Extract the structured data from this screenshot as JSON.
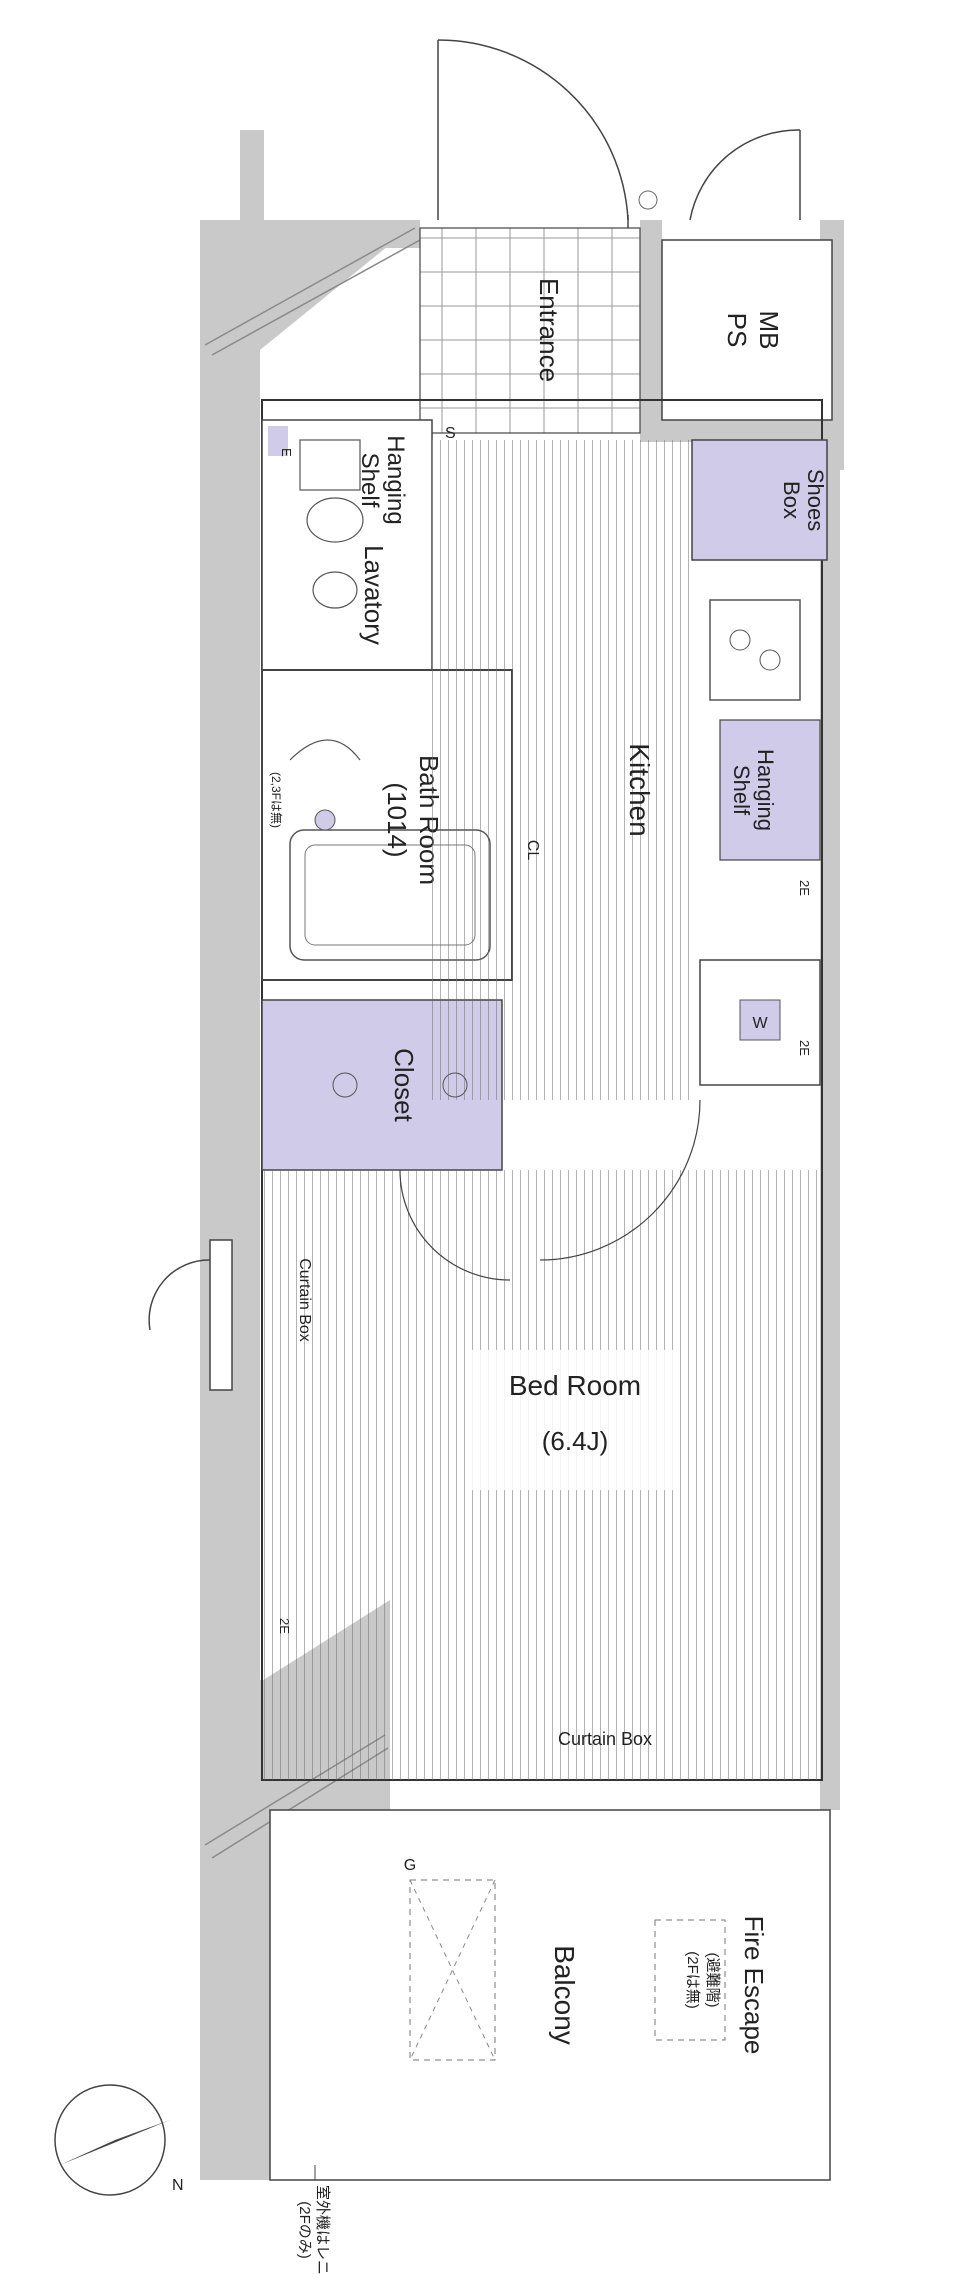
{
  "rooms": {
    "entrance": "Entrance",
    "mb_ps": [
      "MB",
      "PS"
    ],
    "shoes_box": [
      "Shoes",
      "Box"
    ],
    "hanging_shelf_left": [
      "Hanging",
      "Shelf"
    ],
    "lavatory": "Lavatory",
    "hanging_shelf_right": [
      "Hanging",
      "Shelf"
    ],
    "kitchen": "Kitchen",
    "bath_room": [
      "Bath Room",
      "(1014)"
    ],
    "bath_note": "(2,3Fは無)",
    "cl_tag": "CL",
    "closet": "Closet",
    "curtain_box_left": "Curtain Box",
    "bed_room": "Bed Room",
    "bed_room_size": "(6.4J)",
    "curtain_box_bottom": "Curtain Box",
    "balcony": "Balcony",
    "fire_escape": "Fire Escape",
    "fire_escape_note": [
      "(避難階)",
      "(2Fは無)"
    ],
    "bottom_note": [
      "室外機はレニ",
      "(2Fのみ)"
    ]
  },
  "symbols": {
    "washer": "W",
    "gas": "G",
    "switch_s": "S",
    "e_marks": [
      "2E",
      "2E",
      "2E",
      "E"
    ],
    "north": "N"
  },
  "colors": {
    "wall_gray": "#c9c9c9",
    "accent_lavender": "#cfcbe8",
    "line": "#444444"
  },
  "icons": [
    "compass-icon",
    "toilet-icon",
    "sink-icon",
    "stove-icon",
    "bathtub-icon",
    "washer-icon"
  ]
}
